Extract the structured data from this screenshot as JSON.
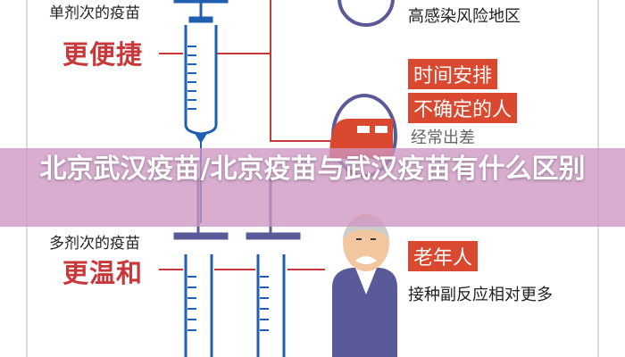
{
  "top": {
    "heading": "单剂次的疫苗",
    "benefit": "更便捷",
    "risk_text": "高感染风险地区",
    "tag1": "时间安排",
    "tag2": "不确定的人",
    "note": "经常出差"
  },
  "bottom": {
    "heading": "多剂次的疫苗",
    "benefit": "更温和",
    "tag": "老年人",
    "desc": "接种副反应相对更多"
  },
  "title": "北京武汉疫苗/北京疫苗与武汉疫苗有什么区别",
  "colors": {
    "red": "#c8383a",
    "blue": "#1f5fb0",
    "purple": "#5a5a9a",
    "overlay": "#cd96c3"
  }
}
